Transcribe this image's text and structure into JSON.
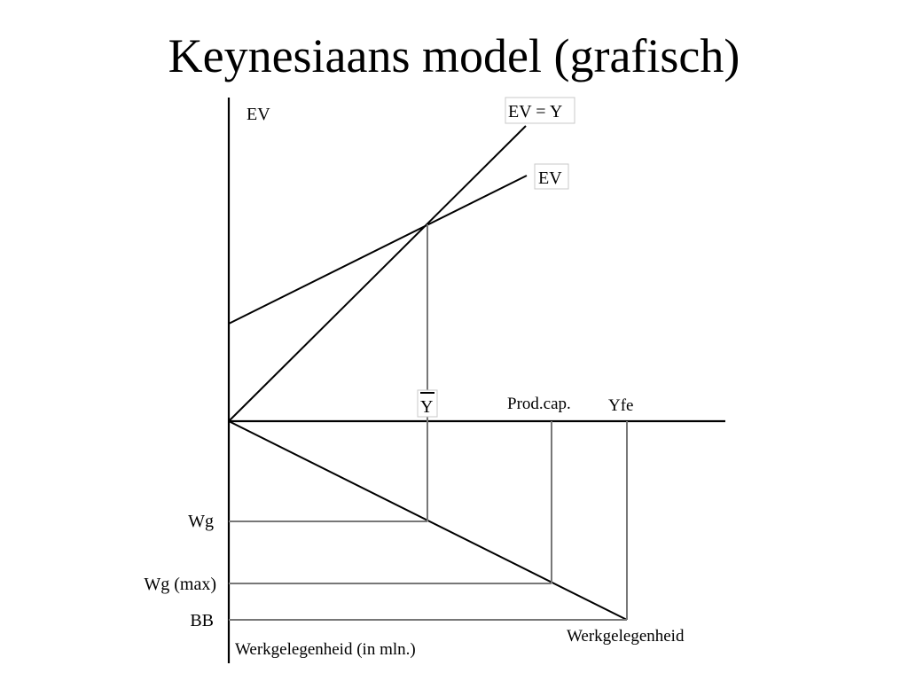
{
  "title": "Keynesiaans model (grafisch)",
  "labels": {
    "ev_axis": "EV",
    "ev_eq_y": "EV = Y",
    "ev_line": "EV",
    "y_bar": "Y",
    "prod_cap": "Prod.cap.",
    "yfe": "Yfe",
    "wg": "Wg",
    "wg_max": "Wg (max)",
    "bb": "BB",
    "werk_axis": "Werkgelegenheid (in mln.)",
    "werk_line": "Werkgelegenheid"
  }
}
